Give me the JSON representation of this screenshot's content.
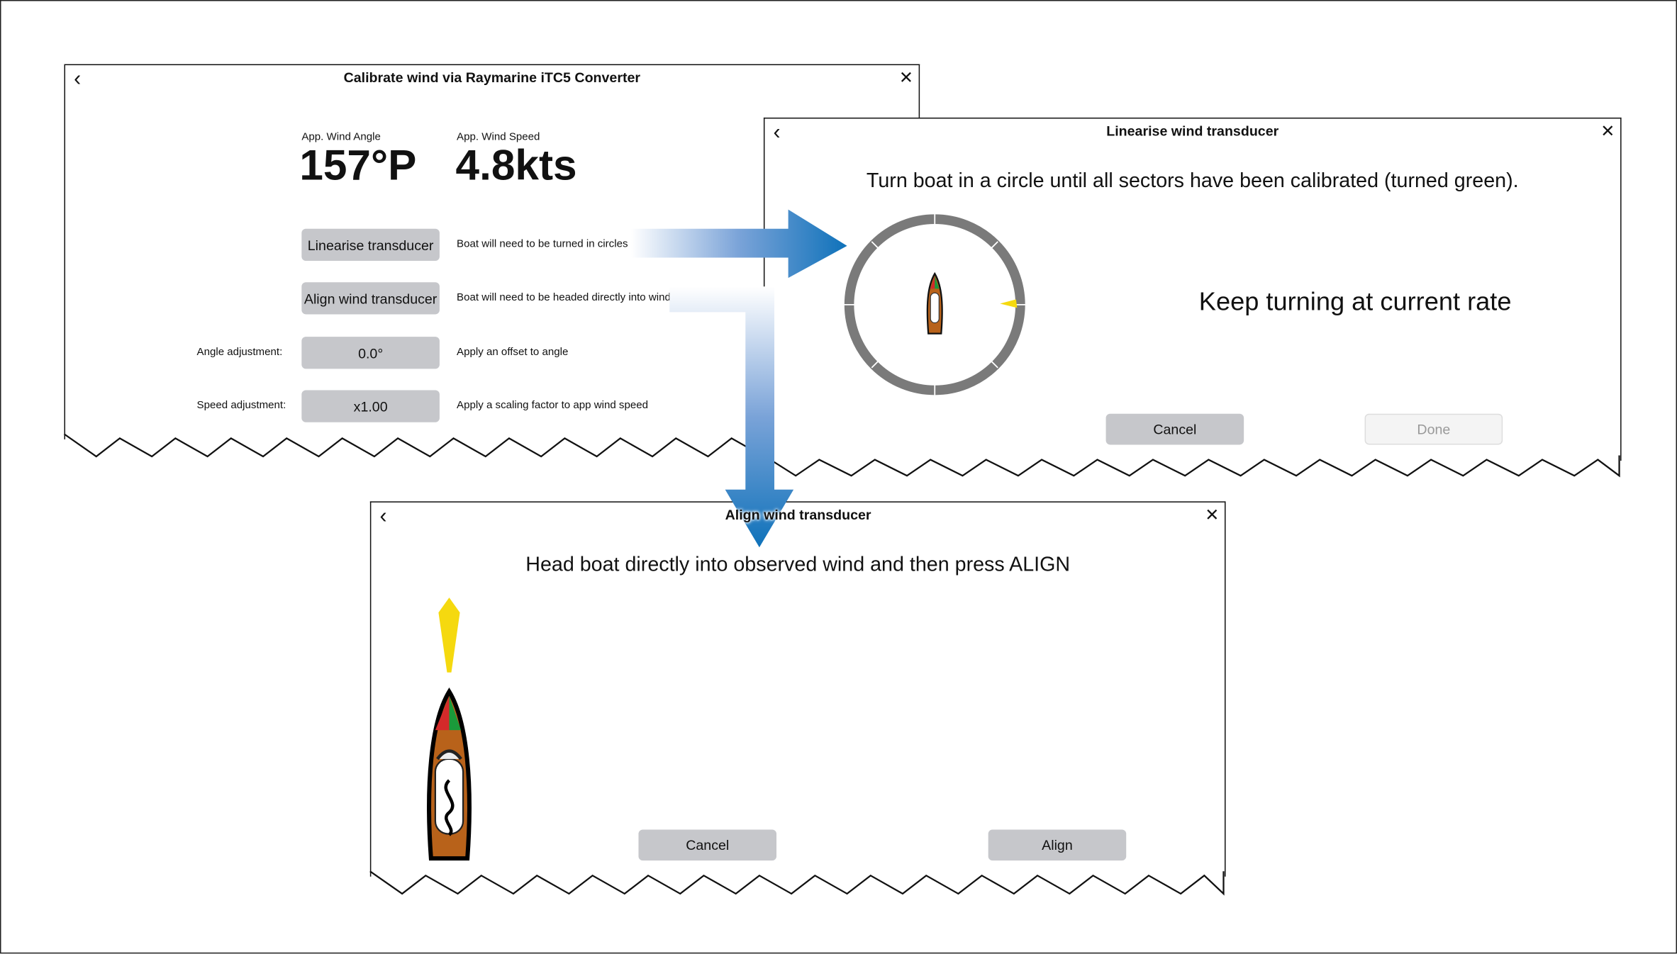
{
  "calibrate": {
    "title": "Calibrate wind via Raymarine iTC5 Converter",
    "awa_label": "App. Wind Angle",
    "awa_value": "157°P",
    "aws_label": "App. Wind Speed",
    "aws_value": "4.8kts",
    "linearise_button": "Linearise transducer",
    "linearise_desc": "Boat will need to be turned in circles",
    "align_button": "Align wind transducer",
    "align_desc": "Boat will need to be headed directly into wind",
    "angle_label": "Angle adjustment:",
    "angle_value": "0.0°",
    "angle_desc": "Apply an offset to angle",
    "speed_label": "Speed adjustment:",
    "speed_value": "x1.00",
    "speed_desc": "Apply a scaling factor to app wind speed"
  },
  "linearise": {
    "title": "Linearise wind transducer",
    "instruction": "Turn boat in a circle until all sectors have been calibrated (turned green).",
    "status": "Keep turning at current rate",
    "cancel": "Cancel",
    "done": "Done"
  },
  "align": {
    "title": "Align wind transducer",
    "instruction": "Head boat directly into observed wind and then press ALIGN",
    "cancel": "Cancel",
    "align": "Align"
  },
  "icons": {
    "back": "‹",
    "close": "✕"
  },
  "colors": {
    "arrow_blue": "#0f72ba",
    "button_grey": "#c6c7cb",
    "ring_grey": "#7a7a7a",
    "wind_yellow": "#f5d90f"
  }
}
